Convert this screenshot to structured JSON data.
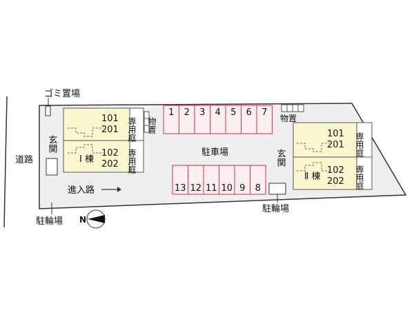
{
  "colors": {
    "site_fill": "#efefef",
    "site_stroke": "#333333",
    "building_fill": "#fbf7cf",
    "building_stroke": "#555555",
    "parking_fill": "#fdeef1",
    "parking_stroke": "#d8304a",
    "road_line": "#333333"
  },
  "labels": {
    "road": "道路",
    "garbage": "ゴミ置場",
    "parking_lot": "駐車場",
    "entry_road": "進入路",
    "bike_left": "駐輪場",
    "bike_right": "駐輪場",
    "storage_left": "物置",
    "storage_right": "物置",
    "entrance_left": "玄関",
    "entrance_right": "玄関",
    "compass_n": "N"
  },
  "building_1": {
    "name": "Ⅰ 棟",
    "units_top": [
      "101",
      "201"
    ],
    "units_bottom": [
      "102",
      "202"
    ],
    "garden_top": "専用庭",
    "garden_bottom": "専用庭"
  },
  "building_2": {
    "name": "Ⅱ 棟",
    "units_top": [
      "101",
      "201"
    ],
    "units_bottom": [
      "102",
      "202"
    ],
    "garden_top": "専用庭",
    "garden_bottom": "専用庭"
  },
  "parking_top": [
    "1",
    "2",
    "3",
    "4",
    "5",
    "6",
    "7"
  ],
  "parking_bottom": [
    "13",
    "12",
    "11",
    "10",
    "9",
    "8"
  ]
}
